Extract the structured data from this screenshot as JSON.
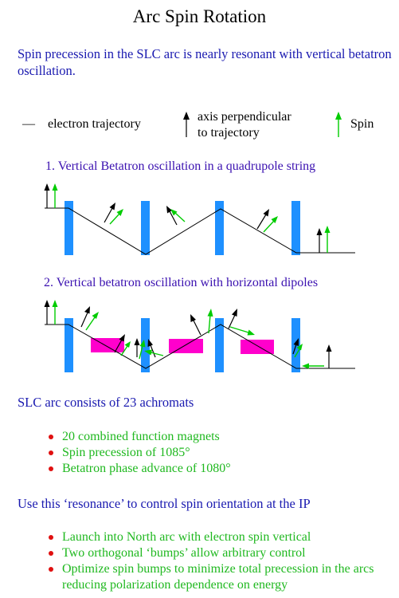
{
  "title": "Arc Spin Rotation",
  "intro": "Spin precession in the SLC arc is nearly resonant with vertical betatron oscillation.",
  "legend": {
    "trajectory_symbol": "—",
    "trajectory_label": "electron trajectory",
    "axis_label_line1": "axis perpendicular",
    "axis_label_line2": "to trajectory",
    "spin_label": "Spin"
  },
  "colors": {
    "quad": "#1e90ff",
    "dipole": "#ff00cc",
    "spin_arrow": "#00cc00",
    "axis_arrow": "#000000",
    "heading_blue": "#1a1ab0",
    "bullet_green": "#1fb81f",
    "bullet_dot": "#e01010"
  },
  "diagram1": {
    "caption": "1.  Vertical Betatron oscillation in a quadrupole string"
  },
  "diagram2": {
    "caption": "2.  Vertical betatron oscillation with horizontal dipoles"
  },
  "section1": {
    "heading": "SLC arc consists of 23 achromats",
    "bullets": [
      "20 combined function magnets",
      "Spin precession of 1085°",
      "Betatron phase advance of 1080°"
    ]
  },
  "section2": {
    "heading": "Use this ‘resonance’ to control spin orientation at the IP",
    "bullets": [
      "Launch into North arc with electron spin vertical",
      "Two orthogonal ‘bumps’ allow arbitrary control",
      "Optimize spin bumps to minimize total precession in the arcs reducing polarization dependence on energy"
    ]
  }
}
